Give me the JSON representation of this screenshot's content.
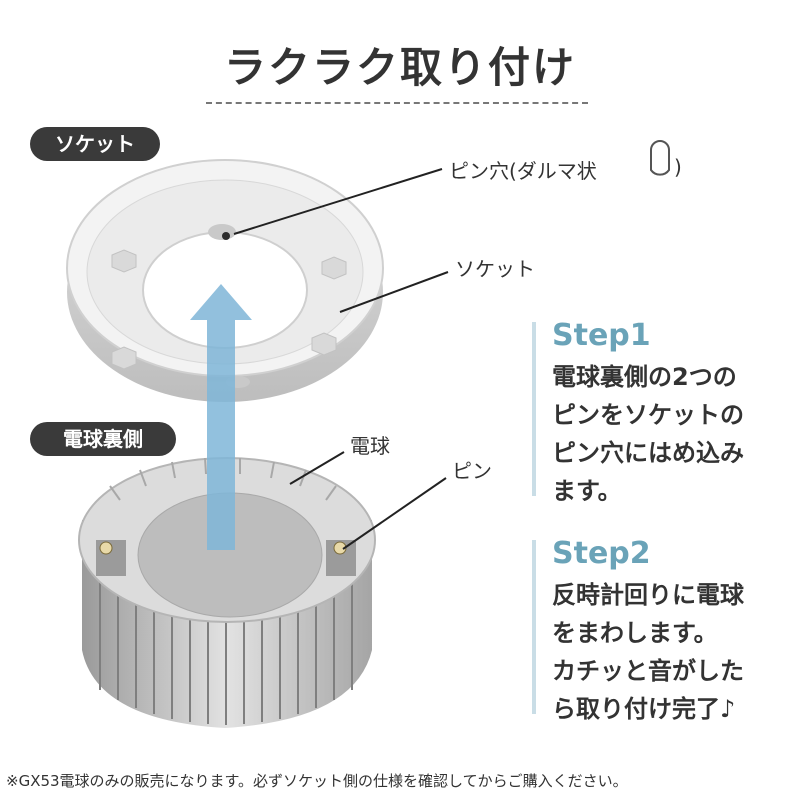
{
  "title": "ラクラク取り付け",
  "pill_socket": "ソケット",
  "pill_bulb_back": "電球裏側",
  "callouts": {
    "pin_hole": "ピン穴(ダルマ状",
    "pin_hole_close": ")",
    "socket": "ソケット",
    "bulb": "電球",
    "pin": "ピン"
  },
  "step1": {
    "title": "Step1",
    "lines": [
      "電球裏側の2つの",
      "ピンをソケットの",
      "ピン穴にはめ込み",
      "ます。"
    ]
  },
  "step2": {
    "title": "Step2",
    "lines": [
      "反時計回りに電球",
      "をまわします。",
      "カチッと音がした",
      "ら取り付け完了♪"
    ]
  },
  "footer": "※GX53電球のみの販売になります。必ずソケット側の仕様を確認してからご購入ください。",
  "colors": {
    "accent": "#6aa3b8",
    "arrow": "#7fb6d8",
    "pill_bg": "#3a3a3a"
  }
}
